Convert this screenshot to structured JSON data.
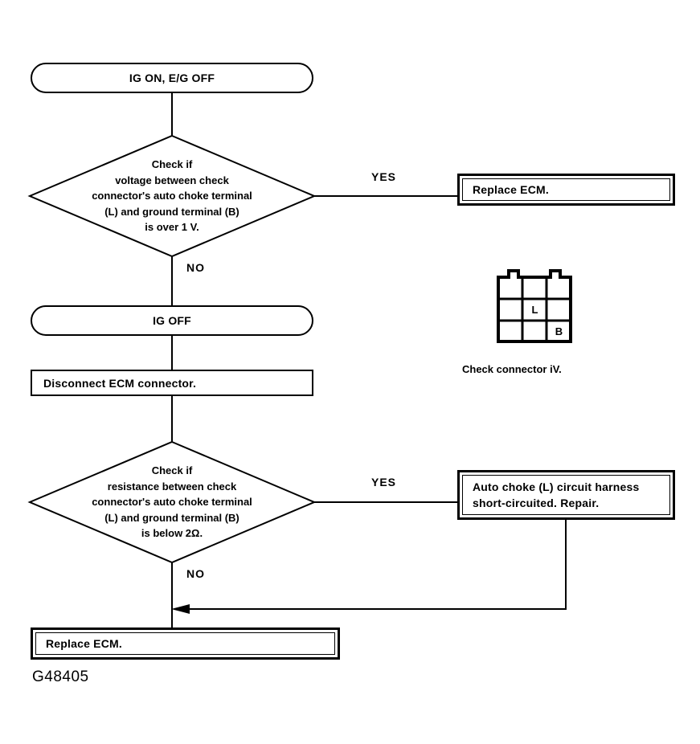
{
  "figure": {
    "code": "G48405",
    "background_color": "#ffffff",
    "line_color": "#000000"
  },
  "nodes": {
    "start_terminator": {
      "label": "IG ON, E/G OFF"
    },
    "decision_voltage": {
      "lines": [
        "Check if",
        "voltage between check",
        "connector's auto choke terminal",
        "(L) and ground terminal (B)",
        "is over 1 V."
      ]
    },
    "result_replace_ecm_top": {
      "label": "Replace ECM."
    },
    "ig_off_terminator": {
      "label": "IG OFF"
    },
    "process_disconnect": {
      "label": "Disconnect ECM connector."
    },
    "decision_resistance": {
      "lines": [
        "Check if",
        "resistance between check",
        "connector's auto choke terminal",
        "(L) and ground terminal (B)",
        "is below 2Ω."
      ]
    },
    "result_short_circuit": {
      "line1": "Auto choke (L) circuit harness",
      "line2": "short-circuited.  Repair."
    },
    "result_replace_ecm_bottom": {
      "label": "Replace ECM."
    }
  },
  "branch_labels": {
    "voltage_yes": "YES",
    "voltage_no": "NO",
    "resistance_yes": "YES",
    "resistance_no": "NO"
  },
  "connector_figure": {
    "caption": "Check connector iV.",
    "terminals": [
      {
        "position": "middle-center",
        "label": "L"
      },
      {
        "position": "bottom-right",
        "label": "B"
      }
    ],
    "grid": {
      "columns": 3,
      "rows": 3
    },
    "terminal_L": "L",
    "terminal_B": "B"
  }
}
